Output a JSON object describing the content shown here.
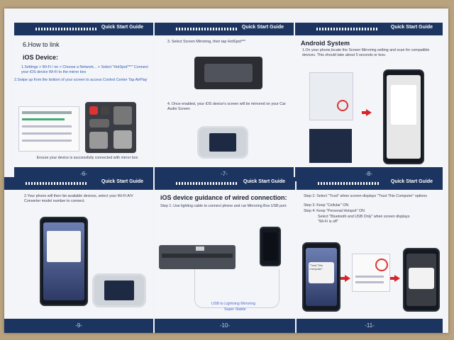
{
  "header_label": "Quick Start Guide",
  "panels": {
    "p6": {
      "title": "6.How to link",
      "subtitle": "iOS Device:",
      "step1": "1.Settings > Wi-Fi / on > Choose a Network... > Select \"HotSpot***\" Connect your iOS device Wi-Fi to the mirror box",
      "step2": "2.Swipe up from the bottom of your screen to access Control Center Tap AirPlay",
      "caption": "Ensure your device is successfully connected with mirror box",
      "page": "-6-"
    },
    "p7": {
      "step3": "3. Select Screen Mirroring, then tap HotSpot***",
      "step4": "4. Once enabled, your iOS device's screen will be mirrored on your Car Audio Screen",
      "page": "-7-"
    },
    "p8": {
      "title": "Android System",
      "step1": "1.On your phone,locate the Screen Mirroring setting and scan for compatible devices. This should take about 5 seconds or less.",
      "page": "-8-"
    },
    "p9": {
      "step2": "2.Your phone will then list available devices, select your Wi-Fi A/V Converter model number to connect.",
      "page": "-9-"
    },
    "p10": {
      "title": "iOS device guidance of wired connection:",
      "step1": "Step 1: Use lighting cable to connect phone and car Mirroring Box USB port.",
      "cable_label_1": "USB to Lightning Mirroring",
      "cable_label_2": "Super Stable",
      "page": "-10-"
    },
    "p11": {
      "step2": "Step 2: Select \"Trust\" when screen displays \"Trust This Computer\" options",
      "step3": "Step 3: Keep \"Cellular\" ON",
      "step4": "Step 4: Keep \"Personal Hotspot\" ON",
      "step4b": "Select \"Bluetooth and USB Only\" when screen displays \"Wi-Fi is off\"",
      "dialog_text": "\"Trust This Computer\"",
      "page": "-11-"
    }
  },
  "colors": {
    "band": "#1c3560",
    "arrow": "#d8232a"
  }
}
